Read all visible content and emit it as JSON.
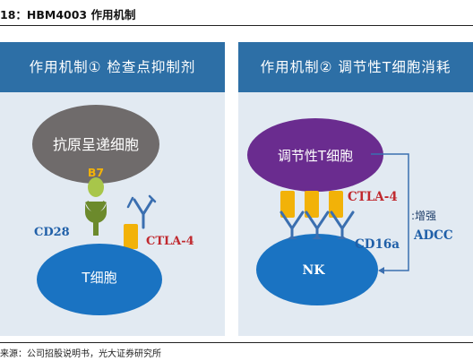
{
  "figure_title": "18：HBM4003 作用机制",
  "source": "来源：公司招股说明书，光大证券研究所",
  "left_panel": {
    "title": "作用机制① 检查点抑制剂",
    "apc_label": "抗原呈递细胞",
    "b7_label": "B7",
    "cd28_label": "CD28",
    "ctla4_label": "CTLA-4",
    "tcell_label": "T细胞"
  },
  "right_panel": {
    "title": "作用机制② 调节性T细胞消耗",
    "treg_label": "调节性T细胞",
    "ctla4_label": "CTLA-4",
    "cd16a_label": "CD16a",
    "nk_label": "NK",
    "enhance_label": ":增强",
    "adcc_label": "ADCC"
  },
  "colors": {
    "panel_header": "#2d6fa6",
    "panel_bg": "#e2eaf2",
    "apc_gray": "#6f6b6b",
    "treg_purple": "#6a2c8f",
    "cell_blue": "#1a73c2",
    "b7_green": "#a8c64a",
    "cd28_green": "#6c8a2c",
    "ctla4_yellow": "#f2b208",
    "antibody_blue": "#3b6fb0",
    "text_red": "#c0282e",
    "text_blue": "#1f5fa8"
  }
}
